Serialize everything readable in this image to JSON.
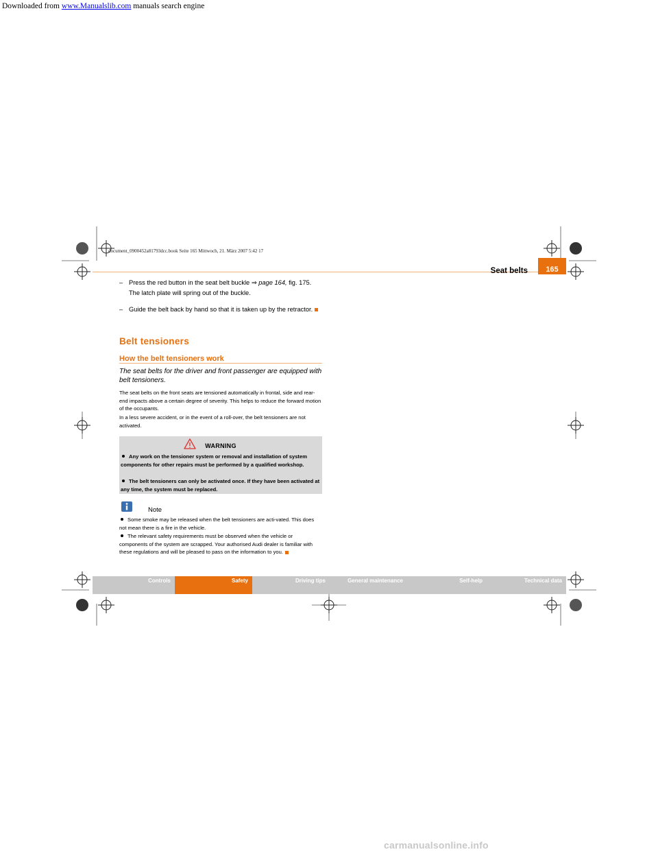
{
  "banner": {
    "prefix": "Downloaded from ",
    "link": "www.Manualslib.com",
    "suffix": " manuals search engine"
  },
  "header": {
    "title": "Seat belts",
    "page_number": "165",
    "doc_id": "document_0900452a81793dcc.book  Seite 165  Mittwoch, 21. März 2007  5:42 17"
  },
  "steps": [
    {
      "dash": "–",
      "text_before": "Press the red button in the seat belt buckle ",
      "arrow": "⇒",
      "ref": " page 164,",
      "text_after": " fig. 175. The latch plate will spring out of the buckle."
    },
    {
      "dash": "–",
      "text": "Guide the belt back by hand so that it is taken up by the retractor."
    }
  ],
  "section": {
    "heading": "Belt tensioners",
    "subheading": "How the belt tensioners work",
    "intro": "The seat belts for the driver and front passenger are equipped with belt tensioners.",
    "paragraphs": [
      "The seat belts on the front seats are tensioned automatically in frontal, side and rear-end impacts above a certain degree of severity. This helps to reduce the forward motion of the occupants.",
      "In a less severe accident, or in the event of a roll-over, the belt tensioners are not activated."
    ]
  },
  "warning": {
    "title": "WARNING",
    "items": [
      "Any work on the tensioner system or removal and installation of system components for other repairs must be performed by a qualified workshop.",
      "The belt tensioners can only be activated once. If they have been activated at any time, the system must be replaced."
    ]
  },
  "note": {
    "label": "Note",
    "items": [
      "Some smoke may be released when the belt tensioners are acti-vated. This does not mean there is a fire in the vehicle.",
      "The relevant safety requirements must be observed when the vehicle or components of the system are scrapped. Your authorised Audi dealer is familiar with these regulations and will be pleased to pass on the information to you."
    ]
  },
  "footer_nav": [
    {
      "label": "Controls",
      "active": false
    },
    {
      "label": "Safety",
      "active": true
    },
    {
      "label": "Driving tips",
      "active": false
    },
    {
      "label": "General maintenance",
      "active": false
    },
    {
      "label": "Self-help",
      "active": false
    },
    {
      "label": "Technical data",
      "active": false
    }
  ],
  "watermark": "carmanualsonline.info",
  "colors": {
    "accent": "#e8700f",
    "nav_gray": "#c8c8c8",
    "warning_bg": "#d9d9d9",
    "note_icon": "#3a6fb0"
  }
}
